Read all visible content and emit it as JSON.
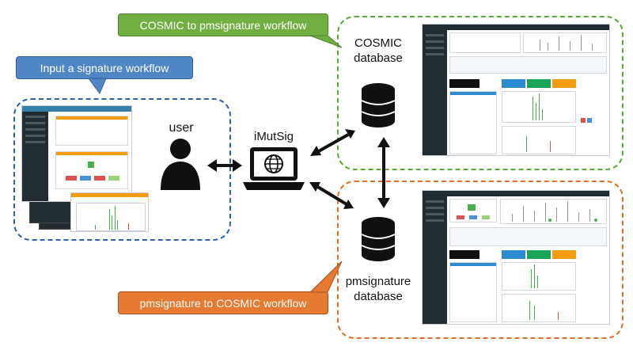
{
  "callouts": {
    "input": "Input a signature workflow",
    "cosmic": "COSMIC to pmsignature workflow",
    "pmsignature": "pmsignature to COSMIC workflow"
  },
  "labels": {
    "user": "user",
    "app": "iMutSig",
    "cosmic_db_line1": "COSMIC",
    "cosmic_db_line2": "database",
    "pms_db_line1": "pmsignature",
    "pms_db_line2": "database"
  },
  "colors": {
    "input_region": "#2e5fa8",
    "cosmic_region": "#5aa83a",
    "pmsignature_region": "#e26d24",
    "input_callout": "#4f86c6",
    "cosmic_callout": "#70b043",
    "pmsignature_callout": "#e57a30"
  },
  "icons": [
    "user-icon",
    "laptop-globe-icon",
    "database-icon",
    "database-icon"
  ]
}
